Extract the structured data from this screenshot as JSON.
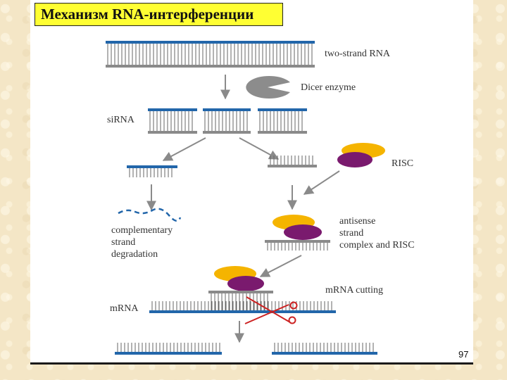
{
  "title": "Механизм RNA-интерференции",
  "labels": {
    "two_strand_rna": "two-strand RNA",
    "dicer": "Dicer enzyme",
    "sirna": "siRNA",
    "risc": "RISC",
    "complementary": [
      "complementary",
      "strand",
      "degradation"
    ],
    "antisense": [
      "antisense",
      "strand",
      "complex and RISC"
    ],
    "mrna_cutting": "mRNA cutting",
    "mrna": "mRNA"
  },
  "page_number": "97",
  "colors": {
    "blue_strand": "#2266aa",
    "gray_strand": "#8a8a8a",
    "dicer": "#8c8c8c",
    "risc_orange": "#f5b400",
    "risc_purple": "#7a1a6e",
    "cut": "#cc2222",
    "arrow": "#8a8a8a"
  }
}
